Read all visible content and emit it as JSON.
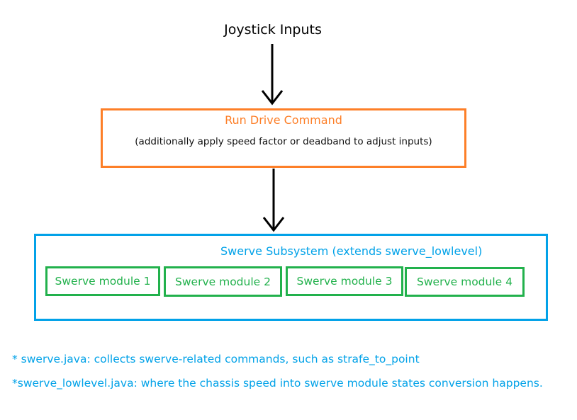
{
  "input_label": "Joystick Inputs",
  "drive_command": {
    "title": "Run Drive Command",
    "subtitle": "(additionally apply speed factor or deadband to adjust inputs)"
  },
  "subsystem": {
    "title": "Swerve Subsystem (extends swerve_lowlevel)",
    "modules": [
      "Swerve module 1",
      "Swerve module 2",
      "Swerve module 3",
      "Swerve module 4"
    ]
  },
  "notes": [
    "* swerve.java: collects swerve-related commands, such as strafe_to_point",
    "*swerve_lowlevel.java: where the chassis speed into swerve module states conversion happens."
  ],
  "colors": {
    "orange": "#fd7f28",
    "blue": "#02a2e8",
    "green": "#22b14c"
  }
}
